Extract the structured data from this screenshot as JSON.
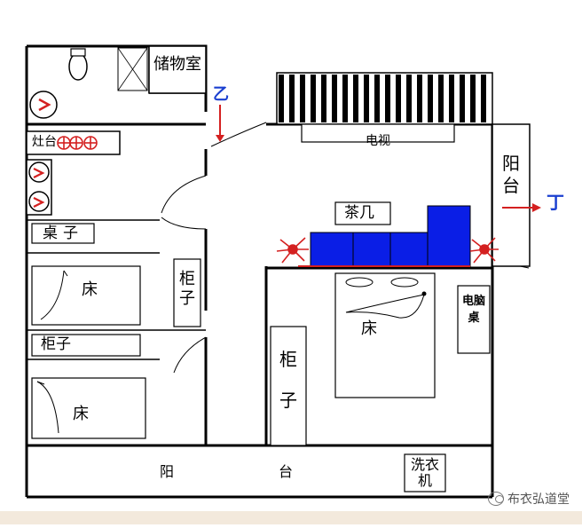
{
  "labels": {
    "storage_room": "储物室",
    "stove": "灶台",
    "table": "桌子",
    "bed": "床",
    "cabinet": "柜子",
    "tv": "电视",
    "balcony_right": "阳台",
    "tea_table": "茶几",
    "computer_desk": "电脑桌",
    "balcony_bottom_left": "阳",
    "balcony_bottom_right": "台",
    "washing_machine": "洗衣机"
  },
  "markers": {
    "yi": "乙",
    "ding": "丁"
  },
  "watermark": "布衣弘道堂",
  "colors": {
    "wall": "#000000",
    "sofa_blue": "#0a1ee6",
    "marker_red": "#d42020",
    "arrow_blue": "#1a3fd0",
    "footer_band": "#f3e9dc"
  }
}
